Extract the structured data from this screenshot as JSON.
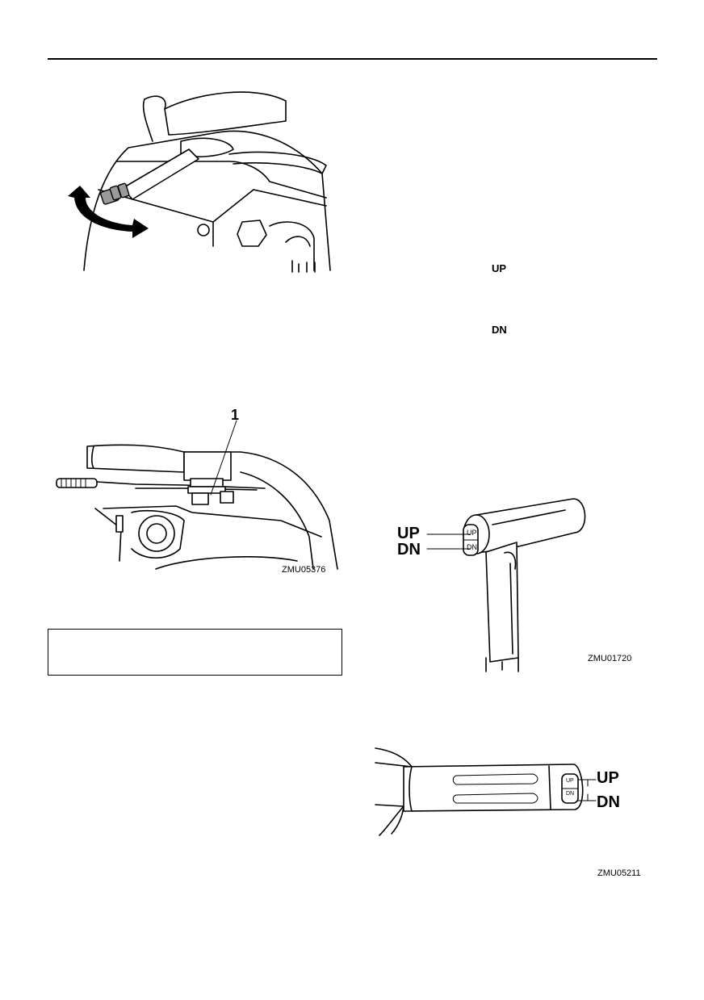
{
  "figure_throttle": {
    "code": ""
  },
  "labels": {
    "up_text": "UP",
    "dn_text": "DN"
  },
  "figure_friction": {
    "callout": "1",
    "code": "ZMU05376"
  },
  "figure_tiller_switch": {
    "up_label": "UP",
    "dn_label": "DN",
    "code": "ZMU01720"
  },
  "figure_grip_switch": {
    "up_label": "UP",
    "dn_label": "DN",
    "switch_up": "UP",
    "switch_dn": "DN",
    "code": "ZMU05211"
  },
  "caution_box": {
    "text": ""
  }
}
